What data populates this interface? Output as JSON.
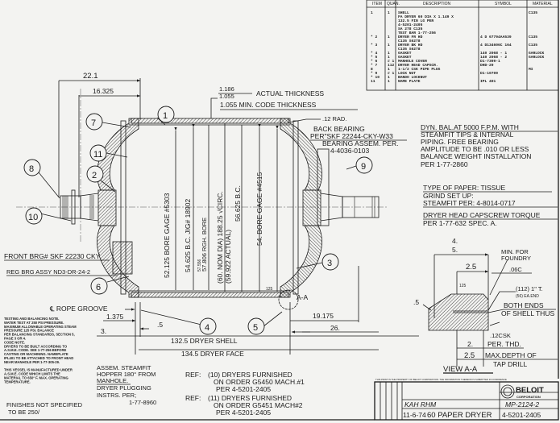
{
  "parts_list": {
    "headers": [
      "ITEM",
      "QUAN.",
      "DESCRIPTION",
      "SYMBOL",
      "MATERIAL"
    ],
    "rows": [
      {
        "item": "1",
        "quan": "1",
        "desc": [
          "SHELL",
          "FA DRYER 60 DIA X 1.149 X",
          "132.5 FIN LG PER",
          "4-5201-2405",
          "SA 278 C135",
          "TEST BAR 1-77-256"
        ],
        "symbol": "",
        "material": "C135"
      },
      {
        "item": "* 2",
        "quan": "1",
        "desc": [
          "DRYER FR HD",
          "C135 S6278"
        ],
        "symbol": "4 D 67794AA539",
        "material": "C135"
      },
      {
        "item": "* 3",
        "quan": "1",
        "desc": [
          "DRYER BK HD",
          "C135 S6278"
        ],
        "symbol": "4 D134606C 164",
        "material": "C135"
      },
      {
        "item": "* 4",
        "quan": "1",
        "desc": [
          "GASKET"
        ],
        "symbol": "140 2068 - 1",
        "material": "GARLOCK"
      },
      {
        "item": "* 5",
        "quan": "1",
        "desc": [
          "GASKET"
        ],
        "symbol": "140 2068 - 2",
        "material": "GARLOCK"
      },
      {
        "item": "* 6",
        "quan": "# 1",
        "desc": [
          "MANHOLE COVER"
        ],
        "symbol": "D1-7399-1",
        "material": ""
      },
      {
        "item": "* 7",
        "quan": "112",
        "desc": [
          "DRYER HEAD CAPSCR."
        ],
        "symbol": "DHD-29",
        "material": ""
      },
      {
        "item": "8",
        "quan": "1",
        "desc": [
          "1-1/2 CSK PIPE PLUG"
        ],
        "symbol": "",
        "material": "MI"
      },
      {
        "item": "* 9",
        "quan": "# 1",
        "desc": [
          "LOCK NUT"
        ],
        "symbol": "D1-10709",
        "material": ""
      },
      {
        "item": "* 10",
        "quan": "1",
        "desc": [
          "BANDO LOCKNUT"
        ],
        "symbol": "",
        "material": ""
      },
      {
        "item": "11",
        "quan": "1",
        "desc": [
          "NAME PLATE"
        ],
        "symbol": "IPL 401",
        "material": ""
      }
    ]
  },
  "balloons": {
    "b1": "1",
    "b2": "2",
    "b3": "3",
    "b4": "4",
    "b5": "5",
    "b6": "6",
    "b7": "7",
    "b8": "8",
    "b9": "9",
    "b10": "10",
    "b11": "11"
  },
  "dims": {
    "d22": "22.1",
    "d16": "16.325",
    "thick_actual_top": "1.186",
    "thick_actual_bot": "1.055",
    "thick_actual_label": "ACTUAL THICKNESS",
    "thick_min": "1.055 MIN. CODE THICKNESS",
    "rad": ".12 RAD.",
    "v1": "52.125 BORE GAGE #5303",
    "v2": "54.625 B.C. JIG# 18902",
    "v3a": "57.556",
    "v3b": "57.806 RGH. BORE",
    "v4": "(60. NOM DIA) 188.25 √CIRC.",
    "v5": "(59.922 ACTUAL)",
    "v6": "56.625 B.C.",
    "v7": "54. BORE GAGE #4515",
    "d1375": "1.375",
    "d05": ".5",
    "d3": "3.",
    "shell": "132.5 DRYER SHELL",
    "face": "134.5 DRYER FACE",
    "d19": "19.175",
    "d26": "26.",
    "aa": "A-A",
    "finish125": "125"
  },
  "notes": {
    "back_bearing": [
      "BACK BEARING",
      "PER\"SKF 22244-CKY-W33",
      "BEARING ASSEM. PER.",
      "4-4036-0103"
    ],
    "dyn_bal": [
      "DYN. BAL.AT 5000 F.P.M. WITH",
      "STEAMFIT TIPS & INTERNAL",
      "PIPING. FREE BEARING",
      "AMPLITUDE TO BE .010 OR LESS",
      "BALANCE WEIGHT INSTALLATION",
      "PER 1-77-2860"
    ],
    "paper": [
      "TYPE OF PAPER: TISSUE",
      "GRIND SET UP:",
      "STEAMFIT PER: 4-8014-0717"
    ],
    "torque": [
      "DRYER HEAD CAPSCREW TORQUE",
      "PER 1-77-632 SPEC. A."
    ],
    "front_brg": "FRONT BRG# SKF 22230 CKY",
    "reg_brg": "REG BRG ASSY ND3-DR-24-2",
    "rope": "℄ ROPE GROOVE",
    "testing": [
      "TESTING AND BALANCING NOTE.",
      "WATER TEST AT  250  PSI PRESSURE.",
      "MAXIMUM ALLOWABLE OPERATING STEAM",
      "PRESSURE  125  PSI. BALANCE",
      "PER BALANCING STANDARDS, SECTION 5,",
      "PAGE 3 OR 4.",
      "CODE NOTE.",
      "DRYERS TO BE BUILT ACCORDING TO",
      "A.S.M.E. CODE. SEE 1-77-256 BEFORE",
      "CASTING OR MACHINING. NAMEPLATE",
      "IPL401 TO BE ATTACHED TO FRONT HEAD",
      "NEAR MANHOLE PER 1-77-305-29.",
      "",
      "THIS VESSEL IS MANUFACTURED UNDER",
      "A.S.M.E. CODE WHICH LIMITS THE",
      "MATERIAL TO 650° F. MAX. OPERATING",
      "TEMPERATURE."
    ],
    "assem": [
      "ASSEM. STEAMFIT",
      "HOPPER 180° FROM",
      "MANHOLE.",
      "DRYER PLUGGING",
      "INSTRS. PER;",
      "1-77-8960"
    ],
    "ref1": [
      "REF:",
      "(10) DRYERS FURNISHED",
      "ON ORDER G5450 MACH.#1",
      "PER 4-5201-2405"
    ],
    "ref2": [
      "REF:",
      "(11) DRYERS FURNISHED",
      "ON ORDER G5451 MACH#2",
      "PER 4-5201-2405"
    ],
    "finishes": [
      "FINISHES NOT SPECIFIED",
      "TO BE 250/"
    ]
  },
  "view_aa": {
    "title": "VIEW A-A",
    "d4": "4.",
    "d5": "5.",
    "d25": "2.5",
    "foundry": [
      "MIN. FOR",
      "FOUNDRY"
    ],
    "c06": ".06C",
    "f125": "125",
    "tap": [
      "(112) 1\" T.",
      "(56) EA.END"
    ],
    "both": [
      "BOTH ENDS",
      "OF SHELL THUS"
    ],
    "d05": ".5",
    "csk": ".12CSK",
    "per": "2.",
    "perthd": "PER. THD.",
    "maxd": "2.5",
    "maxdepth": "MAX.DEPTH OF",
    "tapdrill": "TAP DRILL"
  },
  "title_block": {
    "property_note": "THIS PRINT IS THE PROPERTY OF BELOIT CORPORATION. THE INFORMATION THEREON IS SUBMITTED IN CONFIDENCE",
    "company": "BELOIT",
    "company_sub": "CORPORATION",
    "drawn": "KAH RHM",
    "date": "11-6-74",
    "title": "60 PAPER DRYER",
    "ref_dwg": "MP-2124-2",
    "dwg_no": "4-5201-2405"
  }
}
